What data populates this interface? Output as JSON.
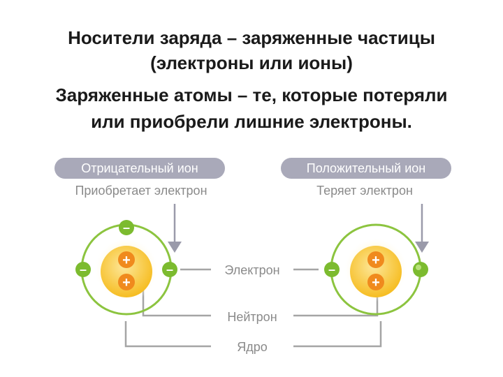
{
  "heading": {
    "line1": "Носители заряда – заряженные частицы",
    "line2": "(электроны или ионы)",
    "line3": "Заряженные атомы – те, которые потеряли",
    "line4": "или приобрели лишние электроны."
  },
  "diagram": {
    "negative_ion": {
      "title": "Отрицательный ион",
      "caption": "Приобретает электрон",
      "nucleus_charges": [
        "+",
        "+"
      ],
      "electron_symbol": "–"
    },
    "positive_ion": {
      "title": "Положительный ион",
      "caption": "Теряет электрон",
      "nucleus_charges": [
        "+",
        "+"
      ],
      "electron_symbol": "–"
    },
    "labels": {
      "electron": "Электрон",
      "neutron": "Нейтрон",
      "nucleus": "Ядро"
    },
    "colors": {
      "pill": "#a9a9b9",
      "orbit": "#8cc43f",
      "electron": "#7cbb2f",
      "nucleus": "#f7c12a",
      "proton": "#f08a1d",
      "leader": "#a5a5a5",
      "label": "#8a8a8a"
    }
  }
}
